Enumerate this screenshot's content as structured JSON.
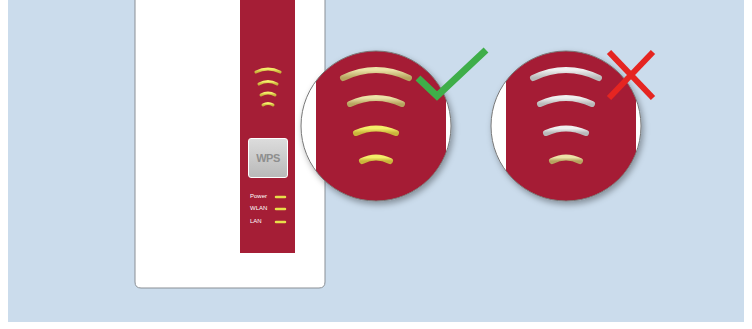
{
  "diagram": {
    "nodes": [
      {
        "text": [
          "WPS"
        ]
      }
    ],
    "labels": [
      "Power",
      "WLAN",
      "LAN"
    ]
  }
}
